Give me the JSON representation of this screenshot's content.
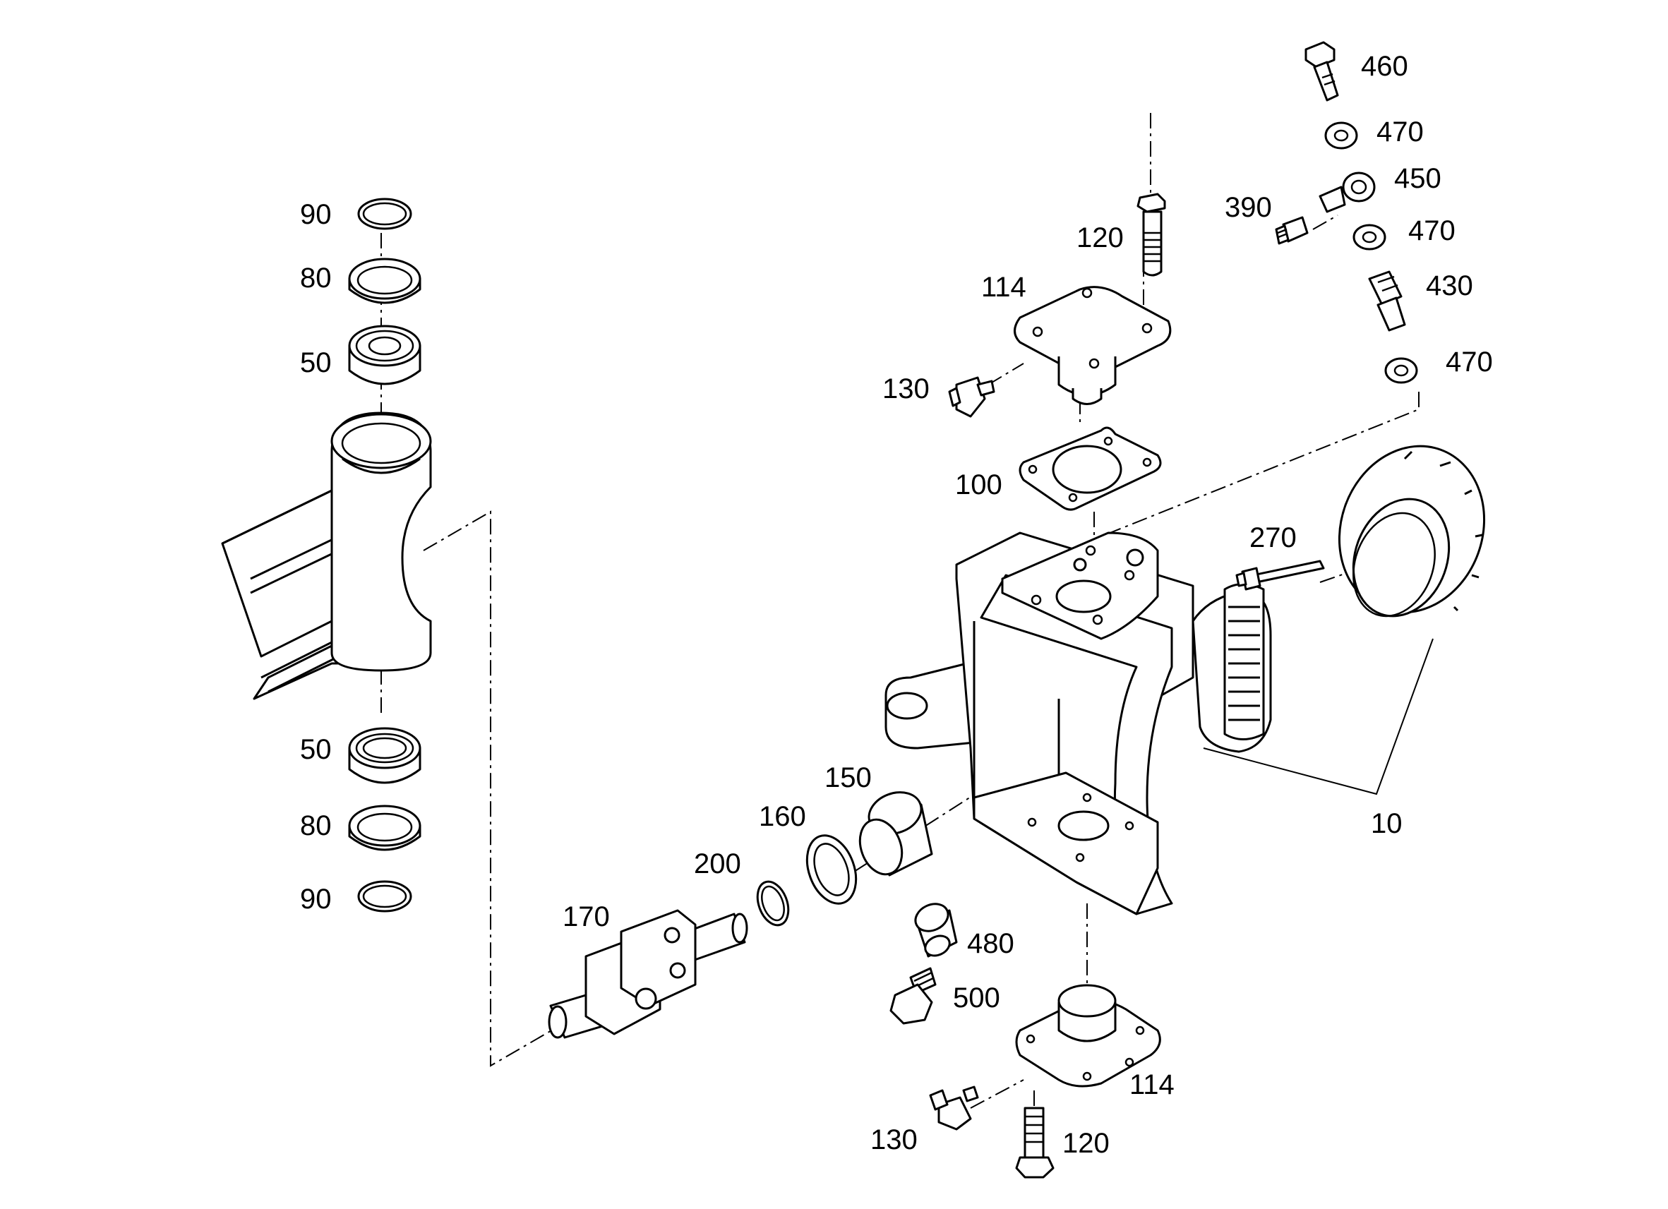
{
  "labels": {
    "p90_top": "90",
    "p80_top": "80",
    "p50_top": "50",
    "p50_bot": "50",
    "p80_bot": "80",
    "p90_bot": "90",
    "p120_top": "120",
    "p114_top": "114",
    "p130_top": "130",
    "p100": "100",
    "p460": "460",
    "p470_a": "470",
    "p450": "450",
    "p390": "390",
    "p470_b": "470",
    "p430": "430",
    "p470_c": "470",
    "p270": "270",
    "p10": "10",
    "p150": "150",
    "p160": "160",
    "p200": "200",
    "p170": "170",
    "p480": "480",
    "p500": "500",
    "p114_bot": "114",
    "p130_bot": "130",
    "p120_bot": "120"
  }
}
